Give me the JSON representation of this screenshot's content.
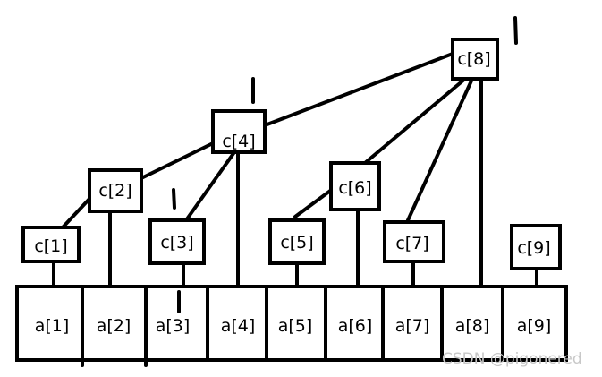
{
  "array_a": [
    "a[1]",
    "a[2]",
    "a[3]",
    "a[4]",
    "a[5]",
    "a[6]",
    "a[7]",
    "a[8]",
    "a[9]"
  ],
  "tree_c": [
    "c[1]",
    "c[2]",
    "c[3]",
    "c[4]",
    "c[5]",
    "c[6]",
    "c[7]",
    "c[8]",
    "c[9]"
  ],
  "watermark": "CSDN @pigonered",
  "colors": {
    "ink": "#000000",
    "background": "#ffffff",
    "watermark": "#c8c8c8"
  }
}
